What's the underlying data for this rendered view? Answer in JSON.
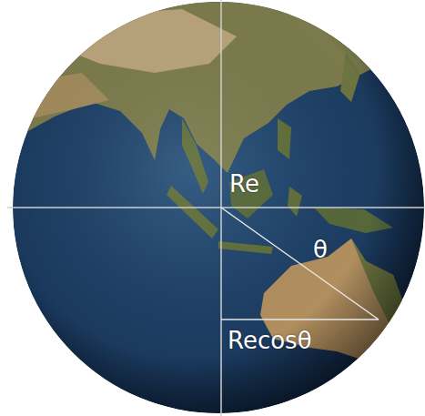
{
  "diagram": {
    "labels": [
      "Re",
      "θ",
      "Recosθ"
    ]
  }
}
